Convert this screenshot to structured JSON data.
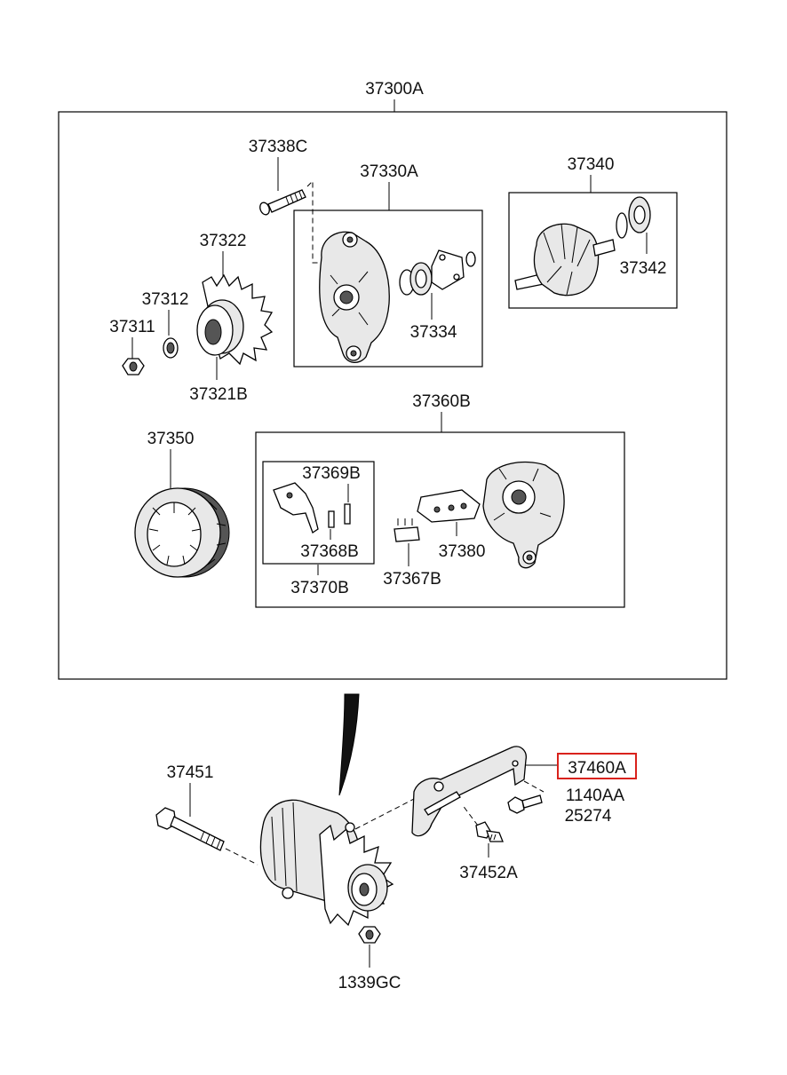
{
  "diagram": {
    "assembly_label": "37300A",
    "highlight_color": "#d9221c",
    "labels": {
      "p37338C": "37338C",
      "p37330A": "37330A",
      "p37340": "37340",
      "p37322": "37322",
      "p37312": "37312",
      "p37311": "37311",
      "p37321B": "37321B",
      "p37334": "37334",
      "p37342": "37342",
      "p37360B": "37360B",
      "p37350": "37350",
      "p37369B": "37369B",
      "p37368B": "37368B",
      "p37370B": "37370B",
      "p37367B": "37367B",
      "p37380": "37380",
      "p37451": "37451",
      "p37460A": "37460A",
      "p1140AA": "1140AA",
      "p25274": "25274",
      "p37452A": "37452A",
      "p1339GC": "1339GC"
    },
    "highlighted_part": "37460A"
  }
}
